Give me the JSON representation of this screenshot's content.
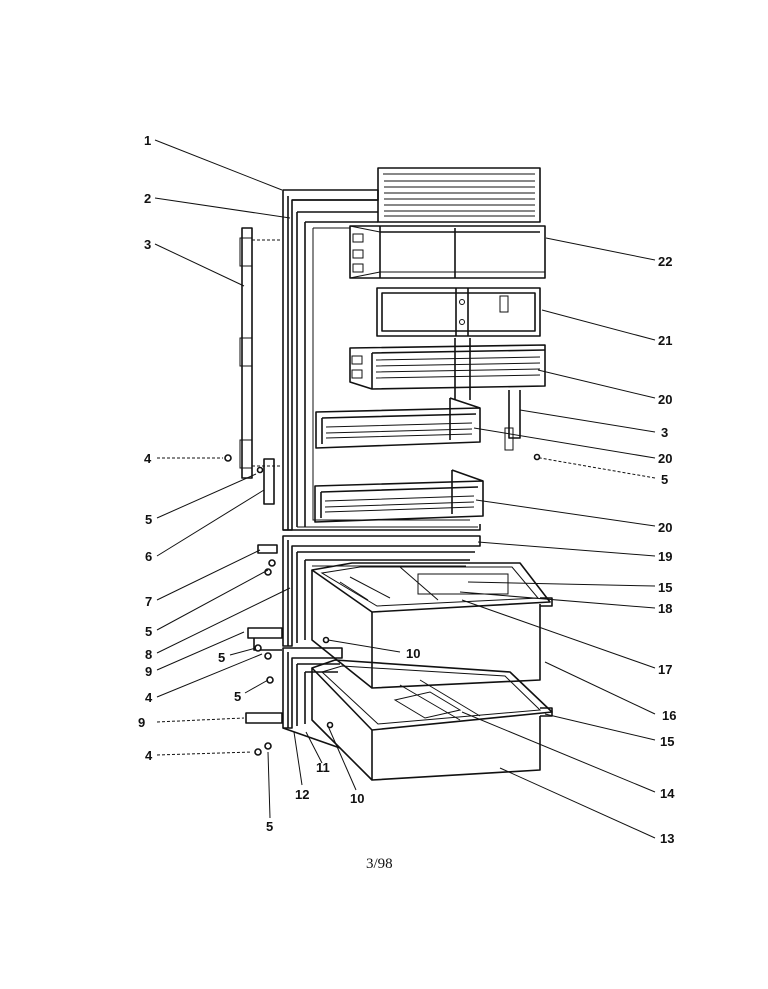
{
  "diagram": {
    "callouts": [
      {
        "id": "c1",
        "label": "1"
      },
      {
        "id": "c2",
        "label": "2"
      },
      {
        "id": "c3a",
        "label": "3"
      },
      {
        "id": "c4a",
        "label": "4"
      },
      {
        "id": "c5a",
        "label": "5"
      },
      {
        "id": "c6",
        "label": "6"
      },
      {
        "id": "c7",
        "label": "7"
      },
      {
        "id": "c5b",
        "label": "5"
      },
      {
        "id": "c8",
        "label": "8"
      },
      {
        "id": "c9a",
        "label": "9"
      },
      {
        "id": "c5c",
        "label": "5"
      },
      {
        "id": "c4b",
        "label": "4"
      },
      {
        "id": "c5d",
        "label": "5"
      },
      {
        "id": "c9b",
        "label": "9"
      },
      {
        "id": "c4c",
        "label": "4"
      },
      {
        "id": "c5e",
        "label": "5"
      },
      {
        "id": "c12",
        "label": "12"
      },
      {
        "id": "c11",
        "label": "11"
      },
      {
        "id": "c10a",
        "label": "10"
      },
      {
        "id": "c10b",
        "label": "10"
      },
      {
        "id": "c22",
        "label": "22"
      },
      {
        "id": "c21",
        "label": "21"
      },
      {
        "id": "c20a",
        "label": "20"
      },
      {
        "id": "c3b",
        "label": "3"
      },
      {
        "id": "c20b",
        "label": "20"
      },
      {
        "id": "c5f",
        "label": "5"
      },
      {
        "id": "c20c",
        "label": "20"
      },
      {
        "id": "c19",
        "label": "19"
      },
      {
        "id": "c15a",
        "label": "15"
      },
      {
        "id": "c18",
        "label": "18"
      },
      {
        "id": "c17",
        "label": "17"
      },
      {
        "id": "c16",
        "label": "16"
      },
      {
        "id": "c15b",
        "label": "15"
      },
      {
        "id": "c14",
        "label": "14"
      },
      {
        "id": "c13",
        "label": "13"
      }
    ],
    "footer_code": "3/98"
  }
}
